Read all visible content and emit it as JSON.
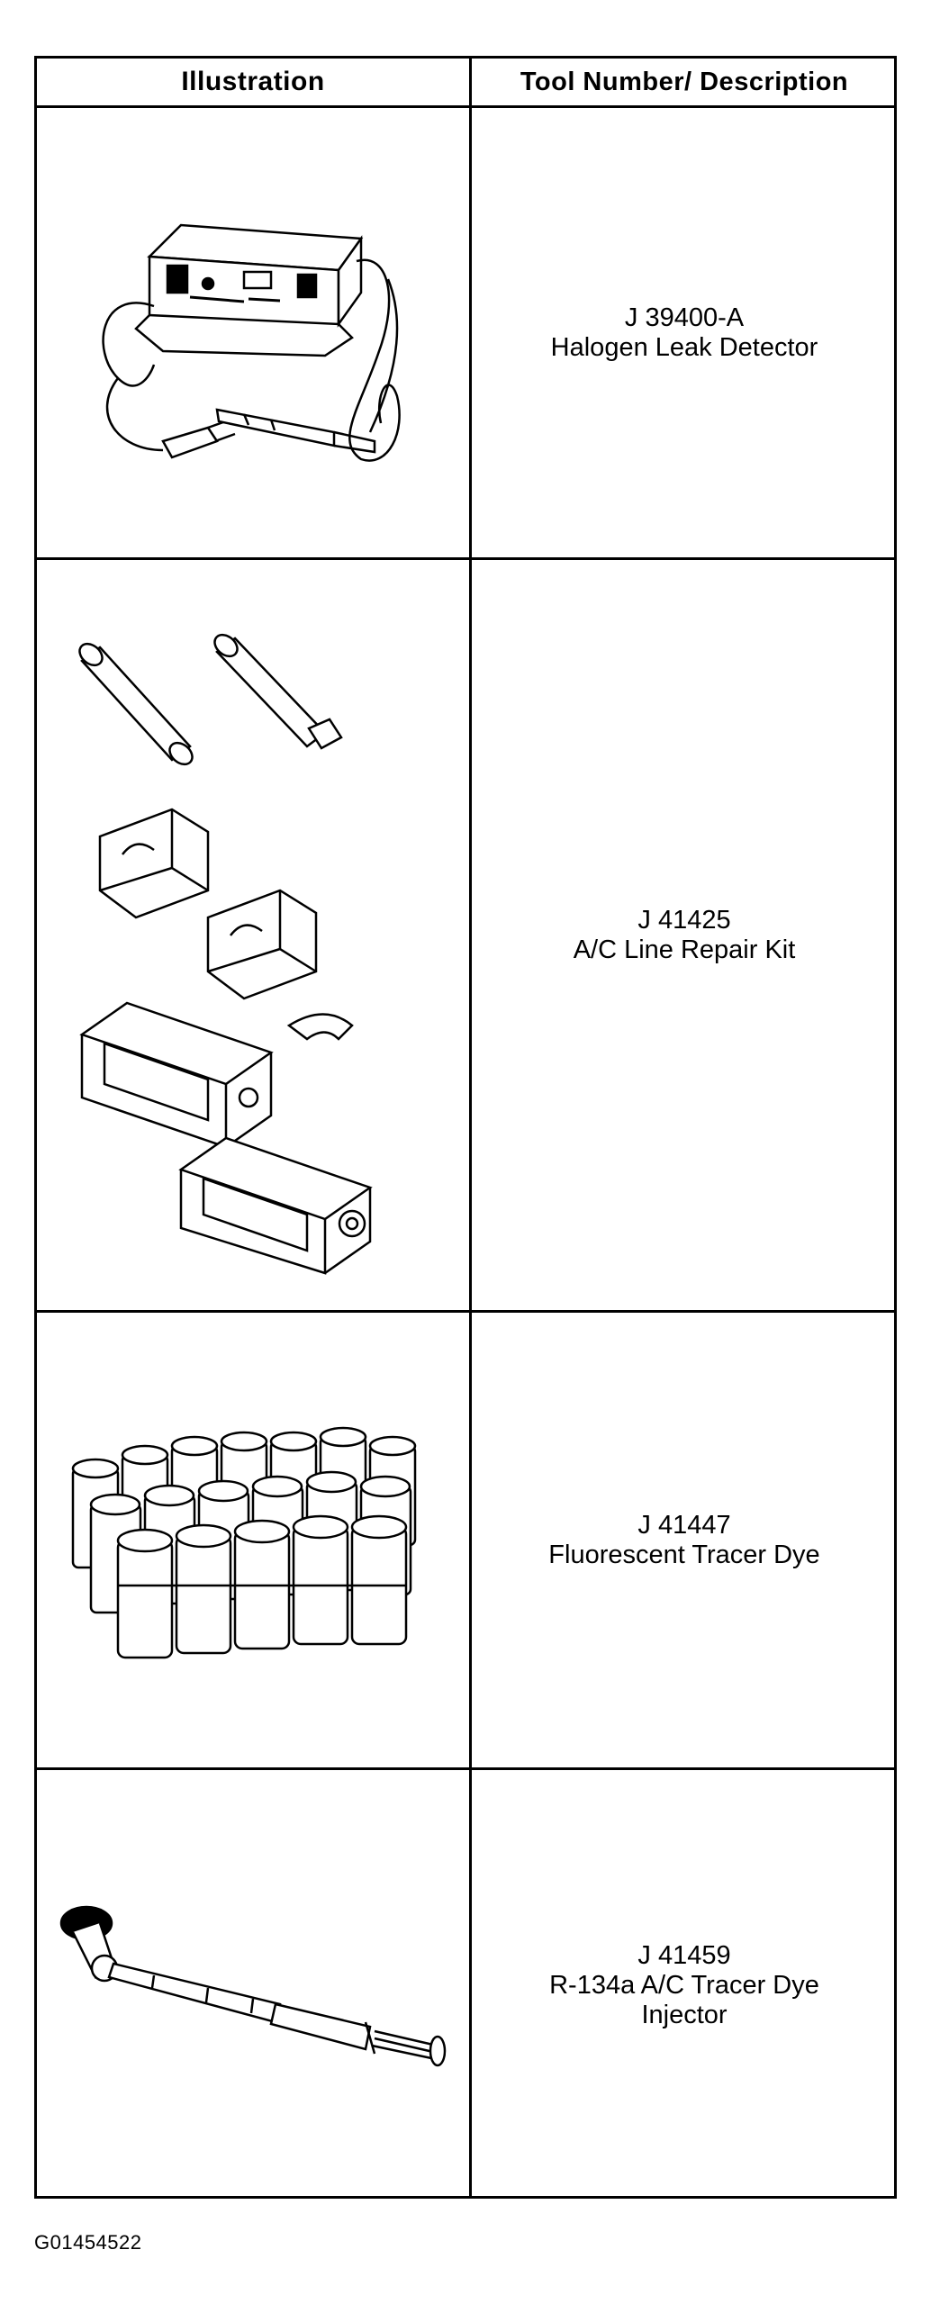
{
  "table": {
    "header": {
      "illustration": "Illustration",
      "description": "Tool Number/ Description"
    },
    "rows": [
      {
        "tool_number": "J 39400-A",
        "description": "Halogen Leak Detector",
        "description_line2": ""
      },
      {
        "tool_number": "J 41425",
        "description": "A/C Line Repair Kit",
        "description_line2": ""
      },
      {
        "tool_number": "J 41447",
        "description": "Fluorescent Tracer Dye",
        "description_line2": ""
      },
      {
        "tool_number": "J 41459",
        "description": "R-134a A/C Tracer Dye",
        "description_line2": "Injector"
      }
    ]
  },
  "footer": {
    "figure_id": "G01454522"
  },
  "icons": [
    "leak-detector-illustration",
    "line-repair-kit-illustration",
    "tracer-dye-bottles-illustration",
    "dye-injector-illustration"
  ]
}
